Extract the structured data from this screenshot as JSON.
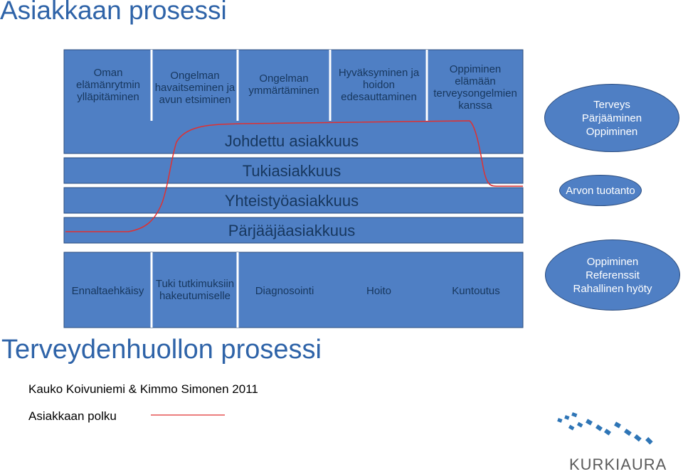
{
  "titles": {
    "top": "Asiakkaan prosessi",
    "bottom": "Terveydenhuollon prosessi"
  },
  "customer_columns": [
    "Oman elämänrytmin ylläpitäminen",
    "Ongelman havaitseminen ja avun etsiminen",
    "Ongelman ymmärtäminen",
    "Hyväksyminen ja hoidon edesauttaminen",
    "Oppiminen elämään terveysongelmien kanssa"
  ],
  "bands": [
    "Johdettu asiakkuus",
    "Tukiasiakkuus",
    "Yhteistyöasiakkuus",
    "Pärjääjäasiakkuus"
  ],
  "care_columns": [
    "Ennaltaehkäisy",
    "Tuki tutkimuksiin hakeutumiselle",
    "Diagnosointi",
    "Hoito",
    "Kuntoutus"
  ],
  "ellipses": {
    "top": "Terveys Pärjääminen Oppiminen",
    "value": "Arvon tuotanto",
    "bottom": "Oppiminen Referenssit Rahallinen hyöty"
  },
  "authors": "Kauko Koivuniemi & Kimmo Simonen 2011",
  "legend": {
    "label": "Asiakkaan polku",
    "color": "#e03030"
  },
  "logo": {
    "text": "KURKIAURA"
  },
  "colors": {
    "box_fill": "#4f7fc4",
    "box_text": "#17375e",
    "title": "#2e63a8",
    "path": "#e03030"
  }
}
